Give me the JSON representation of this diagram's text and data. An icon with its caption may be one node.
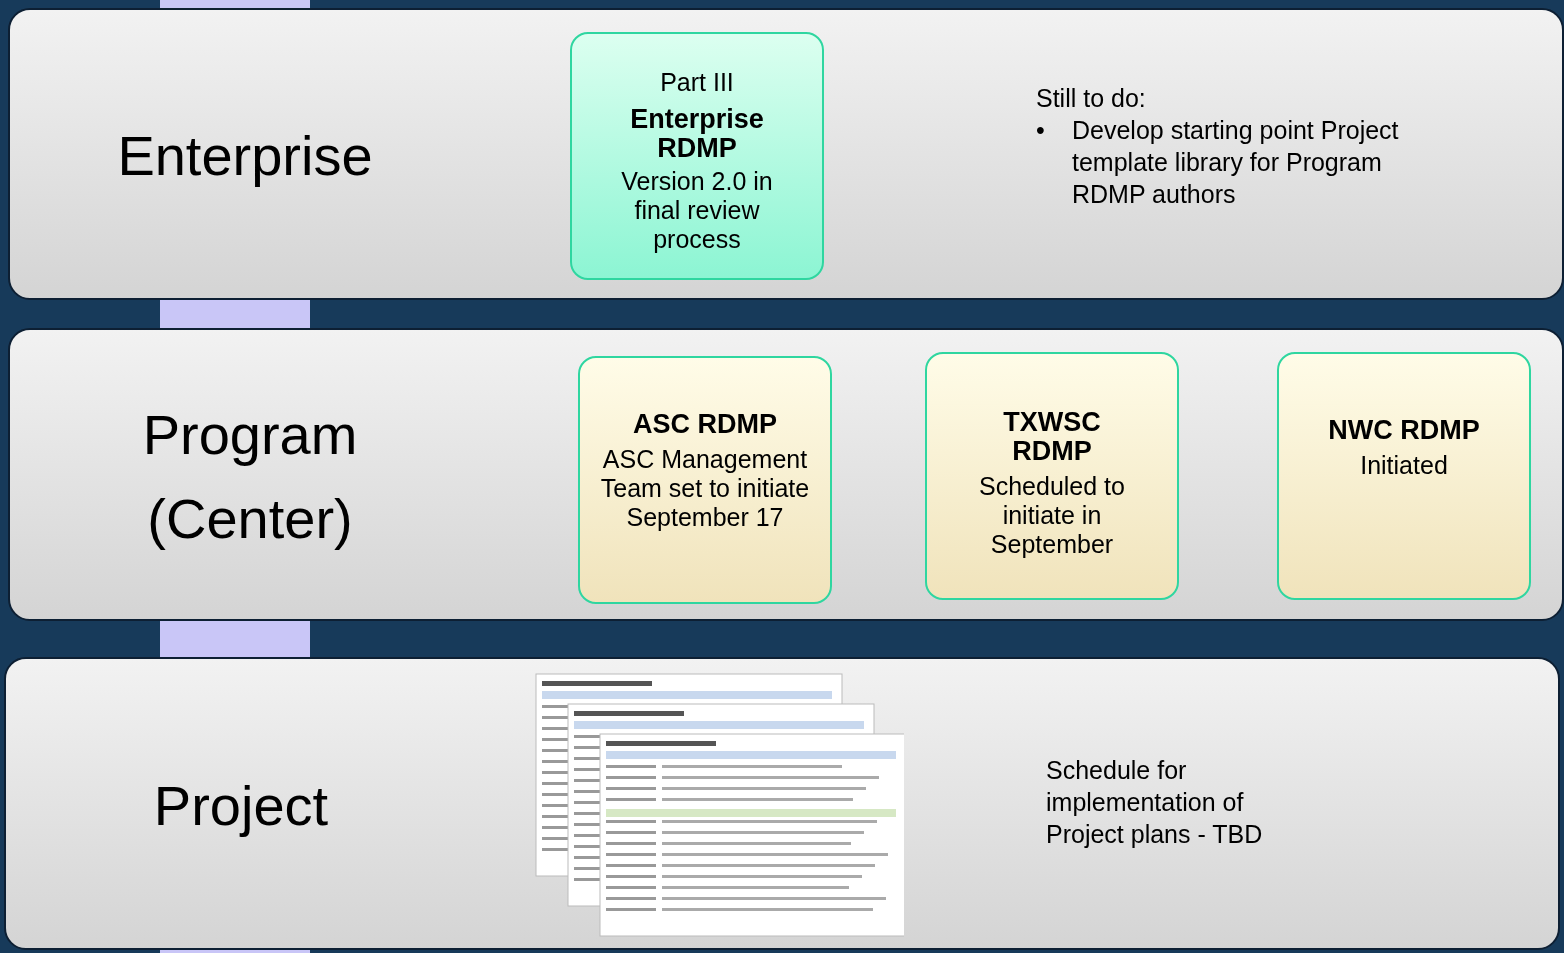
{
  "diagram": {
    "nodes": [
      {
        "text": [
          "Enterprise"
        ]
      },
      {
        "text": [
          "Part III",
          "Enterprise RDMP",
          "Version 2.0 in final review process"
        ],
        "in": 0
      },
      {
        "text": [
          "Program (Center)"
        ]
      },
      {
        "text": [
          "ASC RDMP",
          "ASC Management Team set to initiate September 17"
        ],
        "in": 2
      },
      {
        "text": [
          "TXWSC RDMP",
          "Scheduled to initiate in September"
        ],
        "in": 2
      },
      {
        "text": [
          "NWC RDMP",
          "Initiated"
        ],
        "in": 2
      },
      {
        "text": [
          "Project"
        ]
      },
      {
        "text": [],
        "shape": "picture",
        "in": 6
      }
    ],
    "edges": [],
    "labels": [
      "Still to do:",
      "•",
      "Develop starting point Project template library for Program RDMP authors",
      "Schedule for implementation of Project plans - TBD"
    ]
  }
}
